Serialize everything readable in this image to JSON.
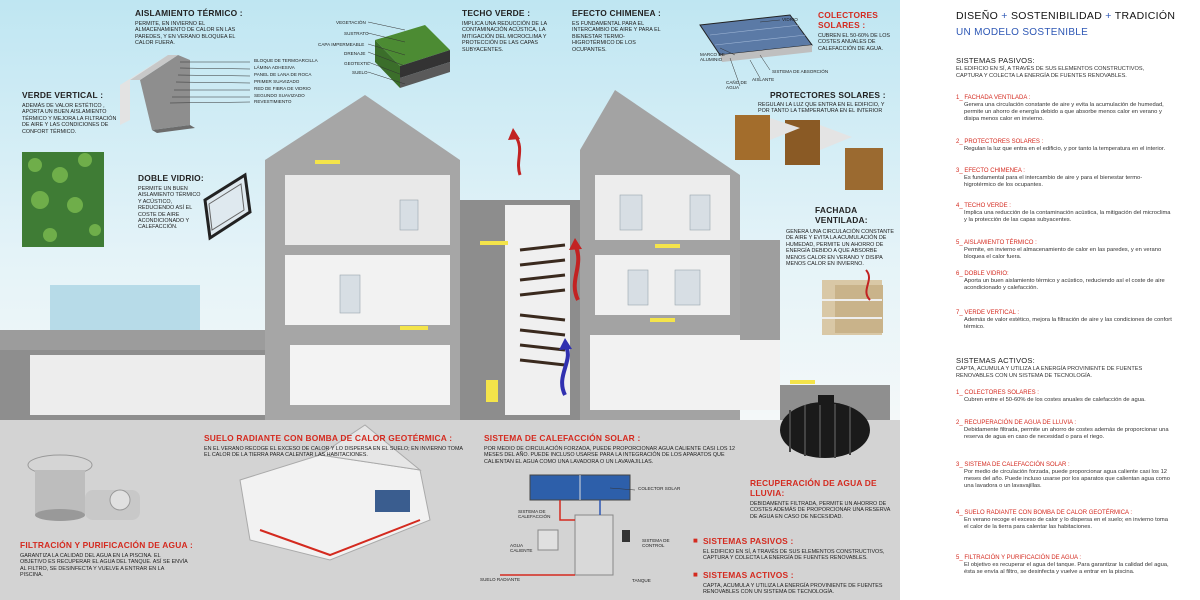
{
  "diagram": {
    "aislamiento": {
      "title": "AISLAMIENTO TÉRMICO :",
      "desc": "PERMITE, EN INVIERNO EL ALMACENAMIENTO DE CALOR EN LAS PAREDES, Y EN VERANO BLOQUEA EL CALOR FUERA.",
      "layers": [
        "BLOQUE DE TERMOARCILLA",
        "LÁMINA ADHESIVA",
        "PANEL DE LANA DE ROCA",
        "PRIMER SUAVIZADO",
        "RED DE FIBRA DE VIDRIO",
        "SEGUNDO SUAVIZADO",
        "REVESTIMIENTO"
      ]
    },
    "verde_vertical": {
      "title": "VERDE VERTICAL :",
      "desc": "ADEMÁS DE VALOR ESTÉTICO , APORTA UN BUEN AISLAMIENTO TÉRMICO Y MEJORA LA FILTRACIÓN DE AIRE Y LAS CONDICIONES DE CONFORT TÉRMICO."
    },
    "doble_vidrio": {
      "title": "DOBLE VIDRIO:",
      "desc": "PERMITE UN BUEN AISLAMIENTO TÉRMICO Y ACÚSTICO, REDUCIENDO ASÍ EL COSTE DE AIRE ACONDICIONADO Y CALEFACCIÓN."
    },
    "techo_verde": {
      "title": "TECHO VERDE :",
      "desc": "IMPLICA UNA REDUCCIÓN DE LA CONTAMINACIÓN ACÚSTICA, LA MITIGACIÓN DEL MICROCLIMA Y PROTECCIÓN DE LAS CAPAS SUBYACENTES.",
      "layers": [
        "VEGETACIÓN",
        "SUSTRATO",
        "CAPA IMPERMEABLE",
        "DRENAJE",
        "GEOTEXTIL",
        "SUELO"
      ]
    },
    "efecto_chimenea": {
      "title": "EFECTO CHIMENEA :",
      "desc": "ES FUNDAMENTAL PARA EL INTERCAMBIO DE AIRE Y PARA EL BIENESTAR TERMO-HIGROTÉRMICO DE LOS OCUPANTES."
    },
    "colectores": {
      "title_line1": "COLECTORES",
      "title_line2": "SOLARES :",
      "desc": "CUBREN EL 50-60% DE LOS COSTES ANUALES DE CALEFACCIÓN DE AGUA.",
      "parts": [
        "VIDRIO",
        "MARCO DE ALUMINIO",
        "SISTEMA DE ABSORCIÓN",
        "CAÑO DE AGUA",
        "AISLANTE"
      ]
    },
    "protectores": {
      "title": "PROTECTORES SOLARES :",
      "desc": "REGULAN LA LUZ QUE ENTRA EN EL EDIFICIO, Y POR TANTO LA TEMPERATURA EN EL INTERIOR"
    },
    "fachada": {
      "title_line1": "FACHADA",
      "title_line2": "VENTILADA:",
      "desc": "GENERA UNA CIRCULACIÓN CONSTANTE DE AIRE Y EVITA LA ACUMULACIÓN DE HUMEDAD, PERMITE UN AHORRO DE ENERGÍA DEBIDO A QUE ABSORBE MENOS CALOR EN VERANO Y DISIPA MENOS CALOR EN INVIERNO."
    },
    "suelo_radiante": {
      "title": "SUELO RADIANTE CON BOMBA DE CALOR GEOTÉRMICA :",
      "desc": "EN EL VERANO RECOGE EL EXCESO DE CALOR Y LO DISPERSA EN EL SUELO; EN INVIERNO TOMA EL CALOR DE LA TIERRA PARA CALENTAR LAS HABITACIONES."
    },
    "calefaccion_solar": {
      "title": "SISTEMA DE CALEFACCIÓN SOLAR :",
      "desc": "POR MEDIO DE CIRCULACIÓN FORZADA, PUEDE PROPORCIONAR AGUA CALIENTE CASI LOS 12 MESES DEL AÑO. PUEDE INCLUSO USARSE PARA LA INTEGRACIÓN DE LOS APARATOS QUE CALIENTAN EL AGUA COMO UNA LAVADORA O UN LAVAVAJILLAS.",
      "parts": [
        "COLECTOR SOLAR",
        "SISTEMA DE CALEFACCIÓN",
        "AGUA CALIENTE",
        "SISTEMA DE CONTROL",
        "SUELO RADIANTE",
        "TANQUE"
      ]
    },
    "lluvia": {
      "title_line1": "RECUPERACIÓN DE AGUA DE",
      "title_line2": "LLUVIA:",
      "desc": "DEBIDAMENTE FILTRADA, PERMITE UN AHORRO DE COSTES ADEMÁS DE PROPORCIONAR UNA RESERVA DE AGUA EN CASO DE NECESIDAD."
    },
    "filtracion": {
      "title": "FILTRACIÓN Y PURIFICACIÓN DE AGUA :",
      "desc": "GARANTIZA LA CALIDAD DEL AGUA EN LA PISCINA. EL OBJETIVO ES RECUPERAR EL AGUA DEL TANQUE. ASÍ SE ENVÍA AL FILTRO, SE DESINFECTA Y VUELVE A ENTRAR EN LA PISCINA."
    },
    "legend": {
      "pasivos_title": "SISTEMAS PASIVOS :",
      "pasivos_desc": "EL EDIFICIO EN SÍ, A TRAVÉS DE SUS ELEMENTOS CONSTRUCTIVOS, CAPTURA Y COLECTA LA ENERGÍA DE FUENTES RENOVABLES.",
      "activos_title": "SISTEMAS ACTIVOS :",
      "activos_desc": "CAPTA, ACUMULA Y UTILIZA LA ENERGÍA PROVINIENTE DE FUENTES RENOVABLES CON UN SISTEMA DE TECNOLOGÍA."
    }
  },
  "panel": {
    "title_a": "DISEÑO",
    "title_b": "SOSTENIBILIDAD",
    "title_c": "TRADICIÓN",
    "plus": "+",
    "subtitle": "UN MODELO SOSTENIBLE",
    "pasivos_head": "SISTEMAS PASIVOS:",
    "pasivos_desc": "EL EDIFICIO EN SÍ, A TRAVÉS DE SUS ELEMENTOS CONSTRUCTIVOS, CAPTURA Y COLECTA LA ENERGÍA DE FUENTES RENOVABLES.",
    "pasivos_items": [
      {
        "t": "1_ FACHADA VENTILADA :",
        "d": "Genera una circulación constante de aire y evita la acumulación de humedad, permite un ahorro de energía debido a que absorbe menos calor en verano y disipa menos calor en invierno."
      },
      {
        "t": "2_ PROTECTORES SOLARES :",
        "d": "Regulan la luz que entra en el edificio, y por tanto la temperatura en el interior."
      },
      {
        "t": "3_ EFECTO CHIMENEA :",
        "d": "Es fundamental para el intercambio de aire y para el bienestar termo-higrotérmico de los ocupantes."
      },
      {
        "t": "4_ TECHO VERDE :",
        "d": "Implica una reducción de la contaminación acústica, la mitigación del microclima y la protección de las capas subyacentes."
      },
      {
        "t": "5_ AISLAMIENTO TÉRMICO :",
        "d": "Permite, en invierno el almacenamiento de calor en las paredes, y en verano bloquea el calor fuera."
      },
      {
        "t": "6_ DOBLE VIDRIO:",
        "d": "Aporta un buen aislamiento térmico y acústico, reduciendo así el coste de aire acondicionado y calefacción."
      },
      {
        "t": "7_ VERDE VERTICAL :",
        "d": "Además de valor estético, mejora la filtración de aire y las condiciones de confort térmico."
      }
    ],
    "activos_head": "SISTEMAS ACTIVOS:",
    "activos_desc": "CAPTA, ACUMULA Y UTILIZA LA ENERGÍA PROVINIENTE DE FUENTES RENOVABLES CON UN SISTEMA DE TECNOLOGÍA.",
    "activos_items": [
      {
        "t": "1_ COLECTORES SOLARES :",
        "d": "Cubren entre el 50-60% de los costes anuales de calefacción de agua."
      },
      {
        "t": "2_ RECUPERACIÓN DE AGUA DE LLUVIA :",
        "d": "Debidamente filtrada, permite un ahorro de costes además de proporcionar una reserva de agua en caso de necesidad o para el riego."
      },
      {
        "t": "3_ SISTEMA DE CALEFACCIÓN SOLAR :",
        "d": "Por medio de circulación forzada, puede proporcionar agua caliente casi los 12 meses del año. Puede incluso usarse por los aparatos que calientan agua como una lavadora o un lavavajillas."
      },
      {
        "t": "4_ SUELO RADIANTE CON BOMBA DE CALOR GEOTÉRMICA :",
        "d": "En verano recoge el exceso de calor y lo dispersa en el suelo; en invierno toma el calor de la tierra para calentar las habitaciones."
      },
      {
        "t": "5_ FILTRACIÓN Y PURIFICACIÓN DE AGUA :",
        "d": "El objetivo es recuperar el agua del tanque. Para garantizar la calidad del agua, ésta se envía al filtro, se desinfecta y vuelve a entrar en la piscina."
      }
    ]
  }
}
